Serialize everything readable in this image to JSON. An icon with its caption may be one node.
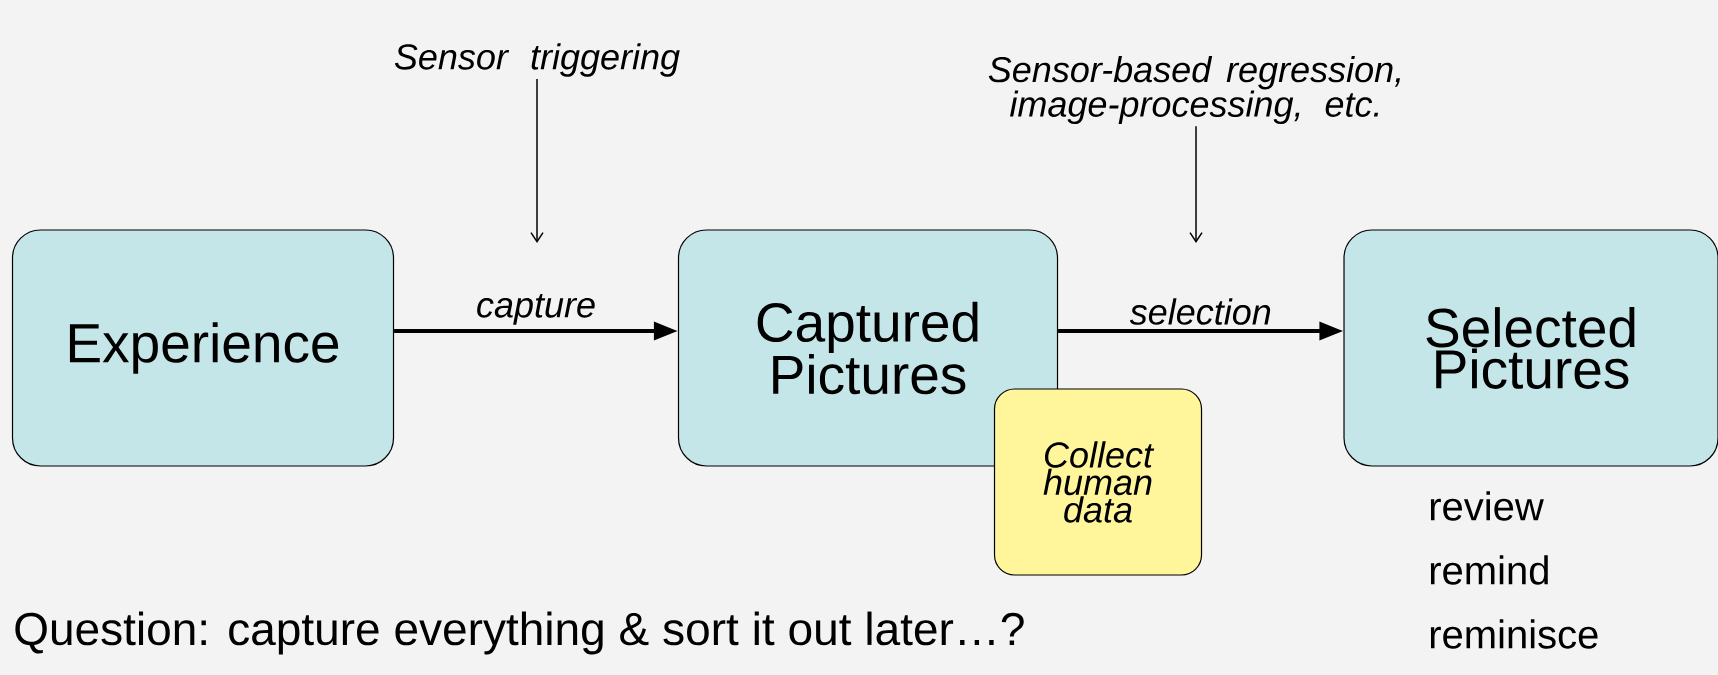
{
  "diagram": {
    "nodes": [
      {
        "text": [
          "Experience"
        ]
      },
      {
        "text": [
          "Captured Pictures"
        ]
      },
      {
        "text": [
          "Selected Pictures"
        ],
        "beside": [
          "review",
          "remind",
          "reminisce"
        ]
      },
      {
        "text": [
          "Collect human data"
        ]
      },
      {
        "text": [
          "Sensor triggering"
        ]
      },
      {
        "text": [
          "Sensor-based regression, image-processing, etc."
        ]
      }
    ],
    "edges": [
      {
        "from": 0,
        "to": 1,
        "arrow": "to",
        "label": "capture"
      },
      {
        "from": 1,
        "to": 2,
        "arrow": "to",
        "label": "selection"
      },
      {
        "from": 4,
        "to": null,
        "arrow": "to"
      },
      {
        "from": 5,
        "to": null,
        "arrow": "to"
      }
    ],
    "labels": [
      "Question: capture everything & sort it out later…?"
    ]
  }
}
